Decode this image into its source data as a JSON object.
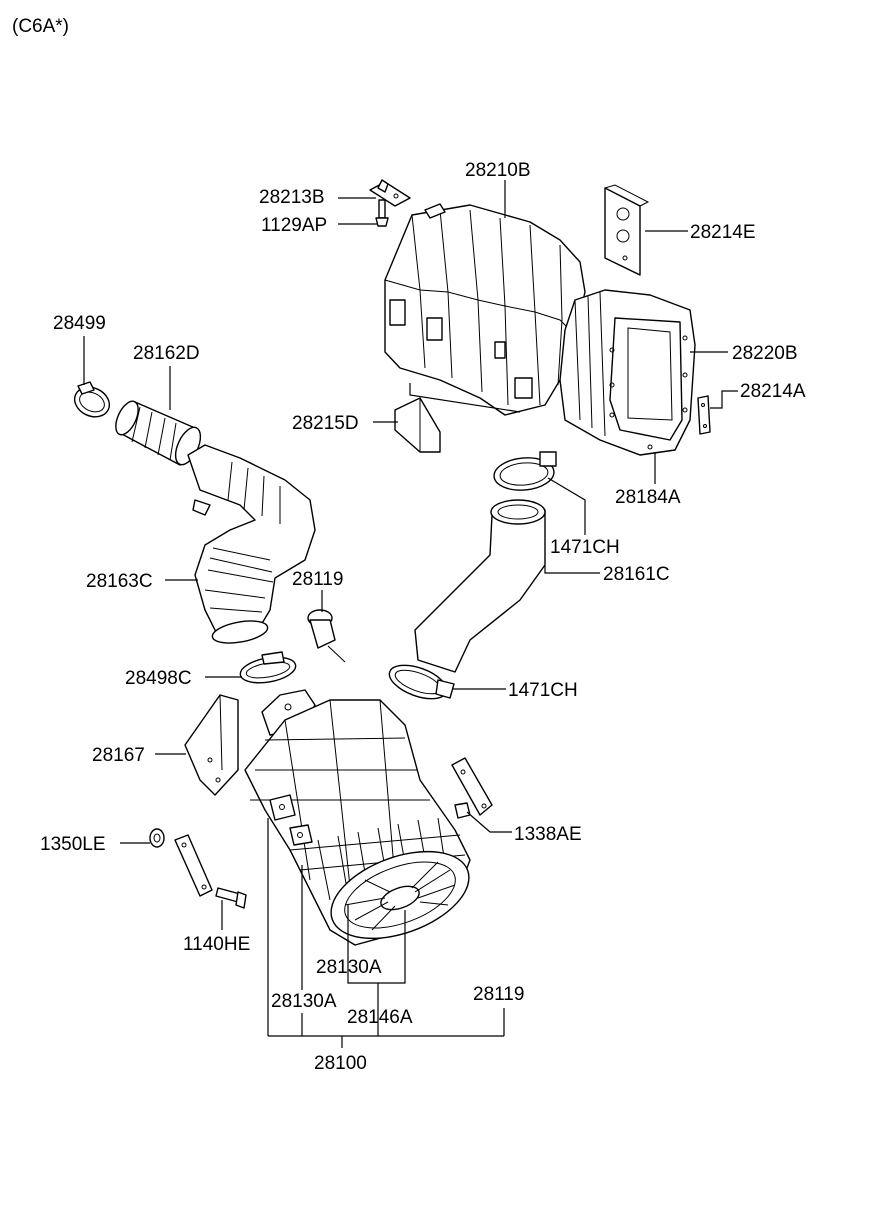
{
  "header": {
    "model_code": "(C6A*)"
  },
  "labels": {
    "p28210B": "28210B",
    "p28213B": "28213B",
    "p1129AP": "1129AP",
    "p28214E": "28214E",
    "p28499": "28499",
    "p28162D": "28162D",
    "p28220B": "28220B",
    "p28214A": "28214A",
    "p28215D": "28215D",
    "p28184A": "28184A",
    "p1471CH_top": "1471CH",
    "p28161C": "28161C",
    "p28163C": "28163C",
    "p28119_top": "28119",
    "p28498C": "28498C",
    "p1471CH_bottom": "1471CH",
    "p28167": "28167",
    "p1338AE": "1338AE",
    "p1350LE": "1350LE",
    "p1140HE": "1140HE",
    "p28130A_right": "28130A",
    "p28130A_left": "28130A",
    "p28119_bottom": "28119",
    "p28146A": "28146A",
    "p28100": "28100"
  }
}
